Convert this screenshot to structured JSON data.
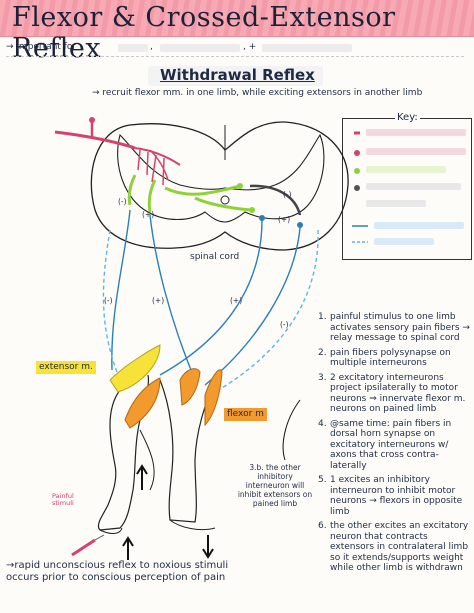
{
  "title": "Flexor & Crossed-Extensor Reflex",
  "important_for": "important for",
  "important_sep_1": ",",
  "important_sep_2": ", +",
  "arrow_glyph": "→",
  "subtitle": "Withdrawal Reflex",
  "subtitle_note": "recruit flexor mm. in one limb, while exciting extensors in another limb",
  "key_title": "Key:",
  "key_colors": [
    "#d8406e",
    "#8fd13a",
    "#555555",
    "#2a7fb8",
    "#5bb6e6"
  ],
  "diagram": {
    "spinal_cord": "spinal cord",
    "plus": "(+)",
    "minus": "(-)",
    "extensor": "extensor m.",
    "flexor": "flexor m",
    "painful_stimuli": "Painful stimuli",
    "note_3b": "3.b. the other inhibitory interneuron will inhibit extensors on pained limb"
  },
  "steps": [
    {
      "num": "1.",
      "text": "painful stimulus to one limb activates sensory pain fibers → relay message to spinal cord"
    },
    {
      "num": "2.",
      "text": "pain fibers polysynapse on multiple interneurons"
    },
    {
      "num": "3.",
      "text": "2 excitatory interneurons project ipsilaterally to motor neurons ⇒ innervate flexor m. neurons on pained limb"
    },
    {
      "num": "4.",
      "text": "@same time: pain fibers in dorsal horn synapse on excitatory interneurons w/ axons that cross contra-laterally"
    },
    {
      "num": "5.",
      "text": "1 excites an inhibitory interneuron to inhibit motor neurons → flexors in opposite limb"
    },
    {
      "num": "6.",
      "text": "the other excites an excitatory neuron that contracts extensors in contralateral limb so it extends/supports weight while other limb is withdrawn"
    }
  ],
  "footer": "rapid unconscious reflex to noxious stimuli occurs prior to conscious perception of pain"
}
